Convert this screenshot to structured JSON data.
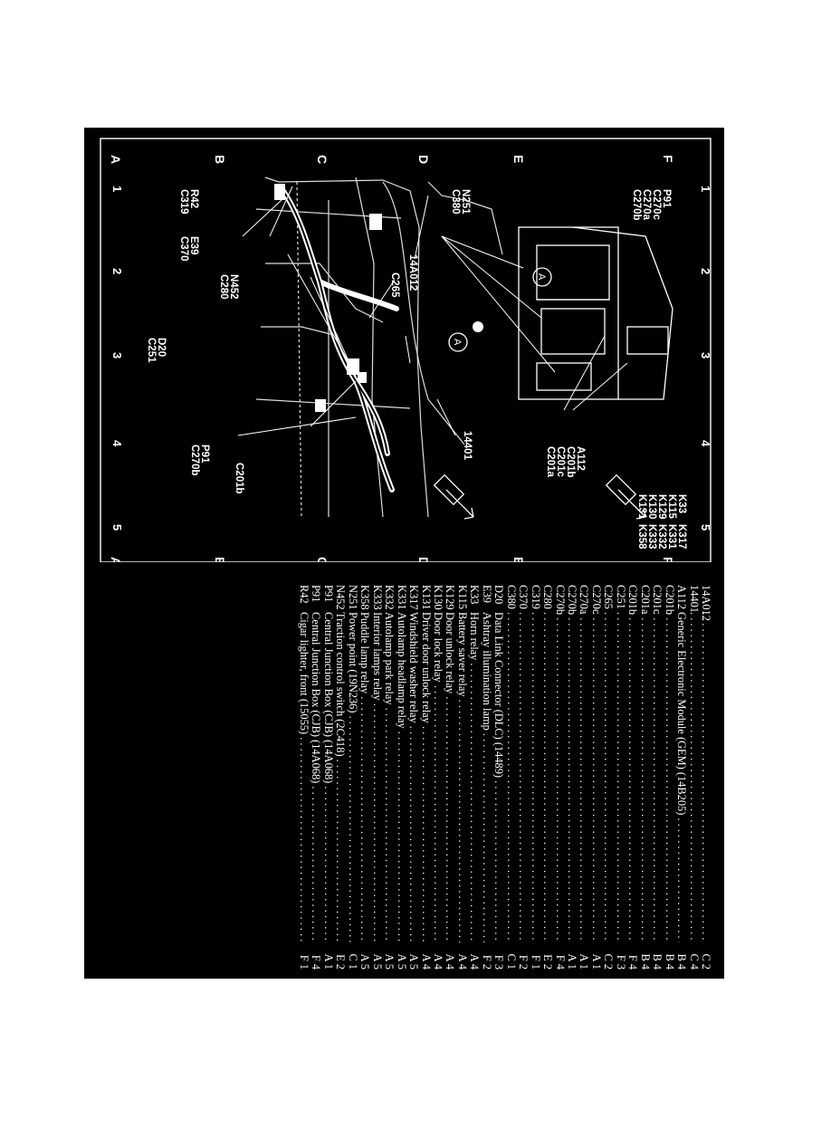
{
  "diagram": {
    "grid_columns": [
      "1",
      "2",
      "3",
      "4",
      "5"
    ],
    "grid_rows": [
      "A",
      "B",
      "C",
      "D",
      "E",
      "F"
    ],
    "detail_marker": "A",
    "labels": {
      "p91_group": [
        "P91",
        "C270c",
        "C270a",
        "C270b"
      ],
      "n251_group": [
        "N251",
        "C380"
      ],
      "r42_group": [
        "R42",
        "C319"
      ],
      "e39_group": [
        "E39",
        "C370"
      ],
      "l14a012": "14A012",
      "c265": "C265",
      "n452_group": [
        "N452",
        "C280"
      ],
      "d20_group": [
        "D20",
        "C251"
      ],
      "c201b": "C201b",
      "p91b_group": [
        "P91",
        "C270b"
      ],
      "l14401": "14401",
      "relay_col1": [
        "K33",
        "K115",
        "K129",
        "K130",
        "K131"
      ],
      "relay_col2": [
        "K317",
        "K331",
        "K332",
        "K333",
        "K358"
      ],
      "a112_group": [
        "A112",
        "C201b",
        "C201c",
        "C201a"
      ]
    }
  },
  "legend": {
    "title": "behind dash panel, LH side",
    "items": [
      {
        "code": "14A012",
        "desc": "",
        "loc": "C 2"
      },
      {
        "code": "14401",
        "desc": "",
        "loc": "C 4"
      },
      {
        "code": "A112",
        "desc": "Generic Electronic Module (GEM) (14B205)",
        "loc": "B 4"
      },
      {
        "code": "C201b",
        "desc": "",
        "loc": "B 4"
      },
      {
        "code": "C201c",
        "desc": "",
        "loc": "B 4"
      },
      {
        "code": "C201a",
        "desc": "",
        "loc": "B 4"
      },
      {
        "code": "C201b",
        "desc": "",
        "loc": "F 4"
      },
      {
        "code": "C251",
        "desc": "",
        "loc": "F 3"
      },
      {
        "code": "C265",
        "desc": "",
        "loc": "C 2"
      },
      {
        "code": "C270c",
        "desc": "",
        "loc": "A 1"
      },
      {
        "code": "C270a",
        "desc": "",
        "loc": "A 1"
      },
      {
        "code": "C270b",
        "desc": "",
        "loc": "A 1"
      },
      {
        "code": "C270b",
        "desc": "",
        "loc": "F 4"
      },
      {
        "code": "C280",
        "desc": "",
        "loc": "E 2"
      },
      {
        "code": "C319",
        "desc": "",
        "loc": "F 1"
      },
      {
        "code": "C370",
        "desc": "",
        "loc": "F 2"
      },
      {
        "code": "C380",
        "desc": "",
        "loc": "C 1"
      },
      {
        "code": "D20",
        "desc": "Data Link Connector (DLC) (14489)",
        "loc": "F 3"
      },
      {
        "code": "E39",
        "desc": "Ashtray illumination lamp",
        "loc": "F 2"
      },
      {
        "code": "K33",
        "desc": "Horn relay",
        "loc": "A 4"
      },
      {
        "code": "K115",
        "desc": "Battery saver relay",
        "loc": "A 4"
      },
      {
        "code": "K129",
        "desc": "Door unlock relay",
        "loc": "A 4"
      },
      {
        "code": "K130",
        "desc": "Door lock relay",
        "loc": "A 4"
      },
      {
        "code": "K131",
        "desc": "Driver door unlock relay",
        "loc": "A 4"
      },
      {
        "code": "K317",
        "desc": "Windshield washer relay",
        "loc": "A 5"
      },
      {
        "code": "K331",
        "desc": "Autolamp headlamp relay",
        "loc": "A 5"
      },
      {
        "code": "K332",
        "desc": "Autolamp park relay",
        "loc": "A 5"
      },
      {
        "code": "K333",
        "desc": "Interior lamps relay",
        "loc": "A 5"
      },
      {
        "code": "K358",
        "desc": "Puddle lamp relay",
        "loc": "A 5"
      },
      {
        "code": "N251",
        "desc": "Power point (19N236)",
        "loc": "C 1"
      },
      {
        "code": "N452",
        "desc": "Traction control switch (2C418)",
        "loc": "E 2"
      },
      {
        "code": "P91",
        "desc": "Central Junction Box (CJB) (14A068)",
        "loc": "A 1"
      },
      {
        "code": "P91",
        "desc": "Central Junction Box (CJB) (14A068)",
        "loc": "F 4"
      },
      {
        "code": "R42",
        "desc": "Cigar lighter, front (15055)",
        "loc": "F 1"
      }
    ]
  }
}
